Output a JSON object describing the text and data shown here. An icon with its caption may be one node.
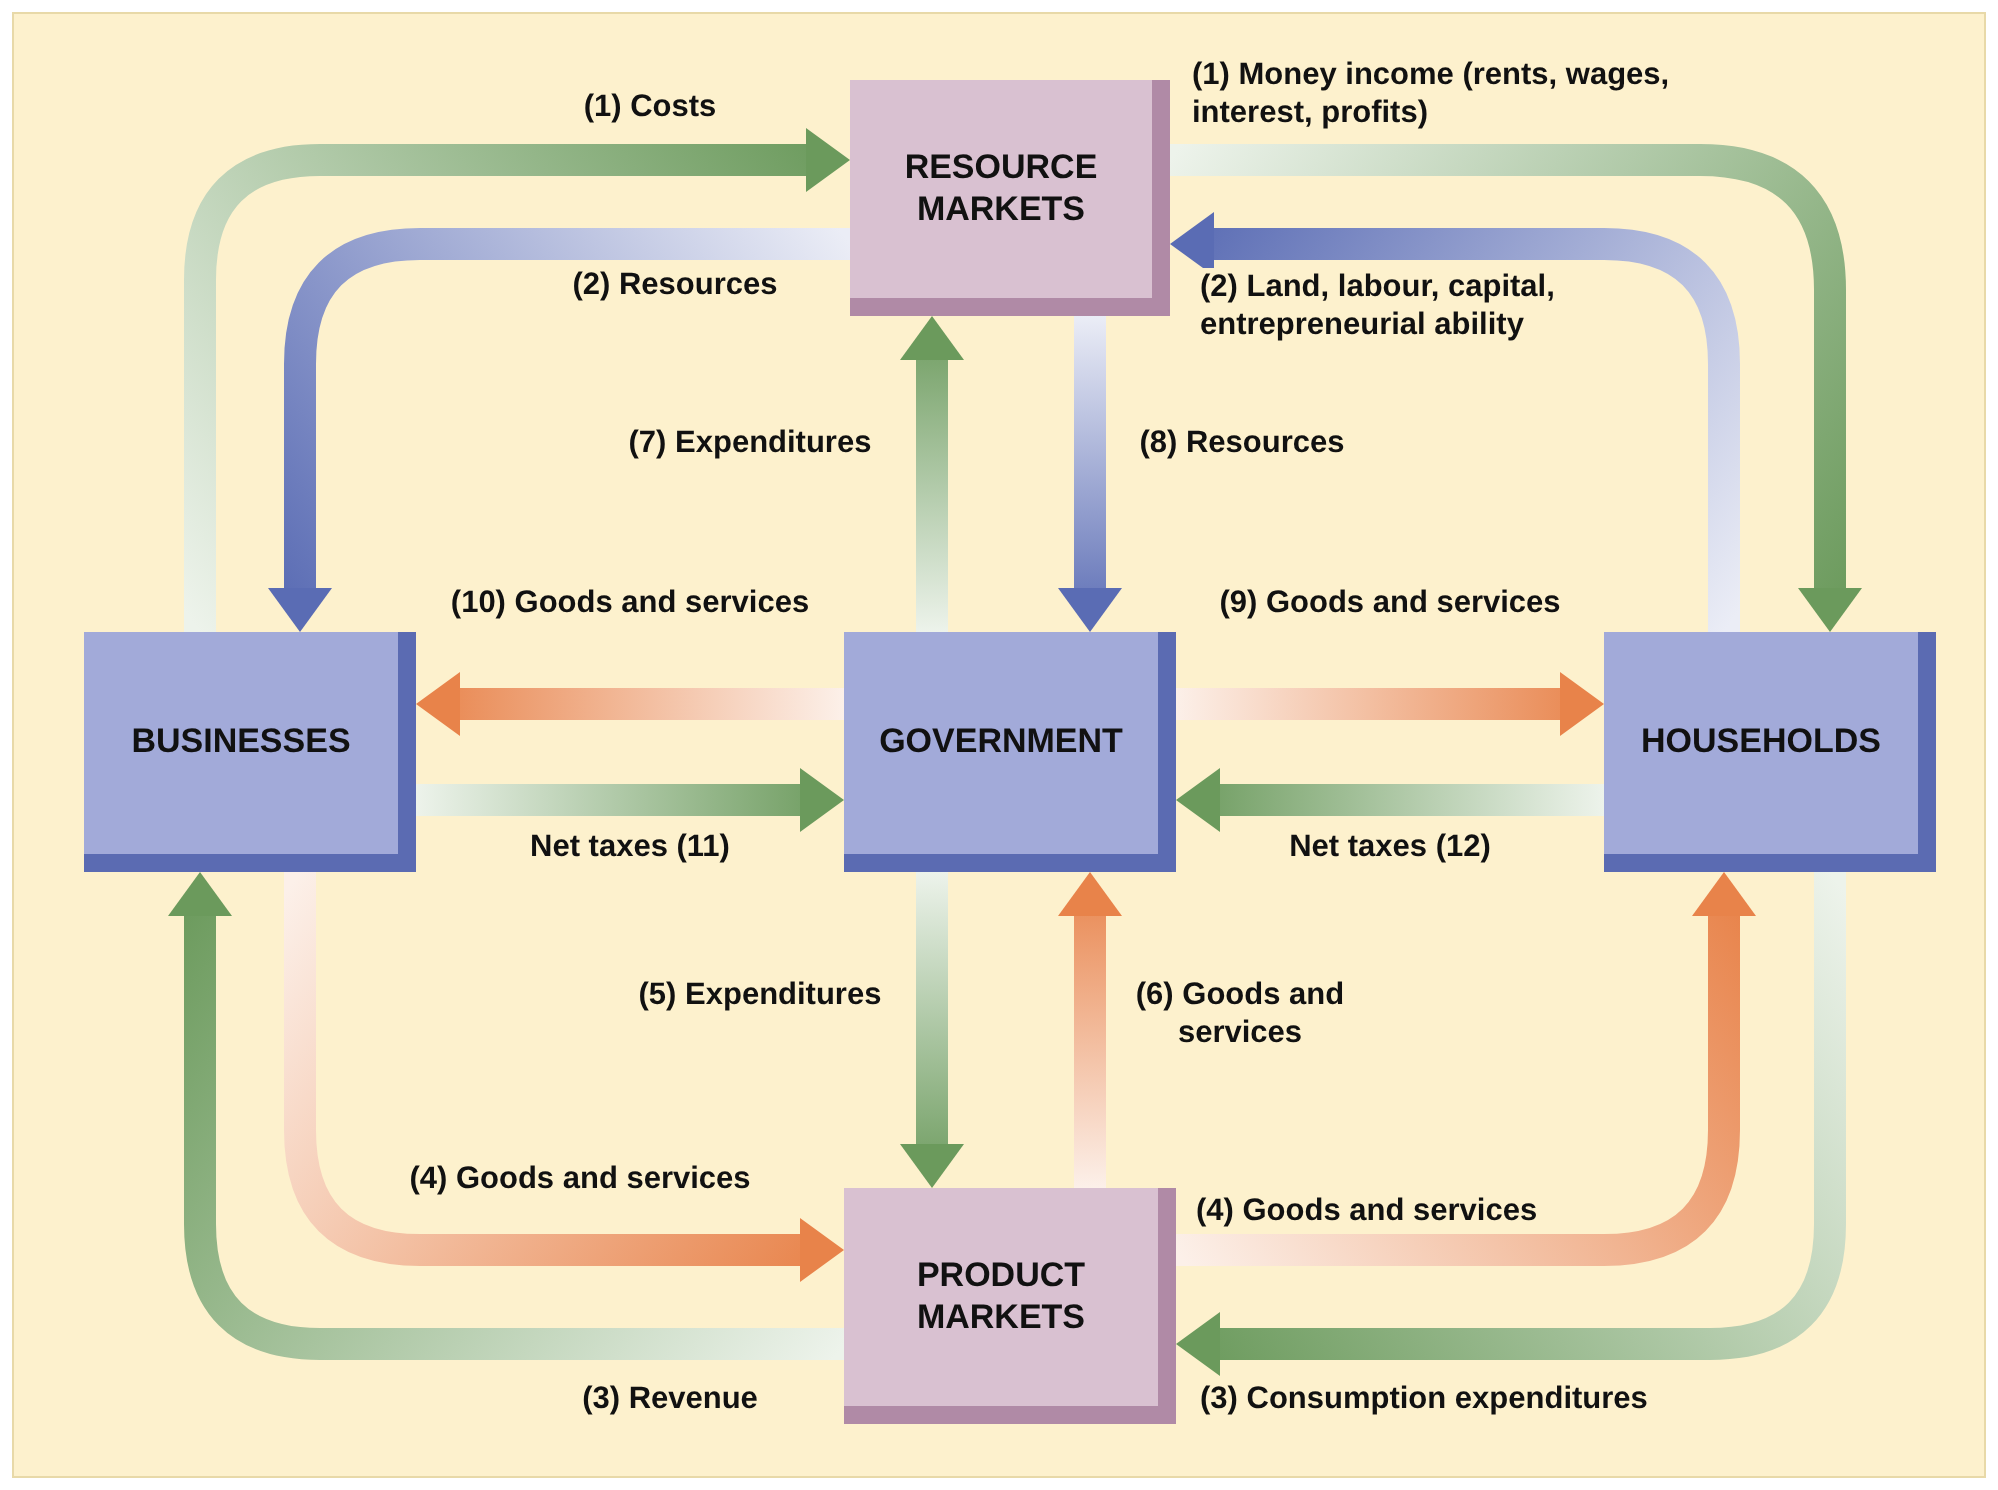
{
  "diagram": {
    "nodes": [
      {
        "text": [
          "RESOURCE MARKETS"
        ]
      },
      {
        "text": [
          "BUSINESSES"
        ]
      },
      {
        "text": [
          "GOVERNMENT"
        ]
      },
      {
        "text": [
          "HOUSEHOLDS"
        ]
      },
      {
        "text": [
          "PRODUCT MARKETS"
        ]
      }
    ],
    "edges": [
      {
        "from": 1,
        "to": 0,
        "arrow": "to",
        "label": "(1) Costs"
      },
      {
        "from": 0,
        "to": 1,
        "arrow": "to",
        "label": "(2) Resources",
        "color": "#5a6cb4"
      },
      {
        "from": 0,
        "to": 3,
        "arrow": "to",
        "label": "(1) Money income (rents, wages, interest, profits)"
      },
      {
        "from": 3,
        "to": 0,
        "arrow": "to",
        "label": "(2) Land, labour, capital, entrepreneurial ability",
        "color": "#5a6cb4"
      },
      {
        "from": 2,
        "to": 0,
        "arrow": "to",
        "label": "(7) Expenditures"
      },
      {
        "from": 0,
        "to": 2,
        "arrow": "to",
        "label": "(8) Resources",
        "color": "#5a6cb4"
      },
      {
        "from": 2,
        "to": 1,
        "arrow": "to",
        "label": "(10) Goods and services",
        "color": "#e8834a"
      },
      {
        "from": 1,
        "to": 2,
        "arrow": "to",
        "label": "Net taxes (11)"
      },
      {
        "from": 2,
        "to": 3,
        "arrow": "to",
        "label": "(9) Goods and services",
        "color": "#e8834a"
      },
      {
        "from": 3,
        "to": 2,
        "arrow": "to",
        "label": "Net taxes (12)"
      },
      {
        "from": 2,
        "to": 4,
        "arrow": "to",
        "label": "(5) Expenditures"
      },
      {
        "from": 4,
        "to": 2,
        "arrow": "to",
        "label": "(6) Goods and services",
        "color": "#e8834a"
      },
      {
        "from": 1,
        "to": 4,
        "arrow": "to",
        "label": "(4) Goods and services",
        "color": "#e8834a"
      },
      {
        "from": 4,
        "to": 1,
        "arrow": "to",
        "label": "(3) Revenue"
      },
      {
        "from": 4,
        "to": 3,
        "arrow": "to",
        "label": "(4) Goods and services",
        "color": "#e8834a"
      },
      {
        "from": 3,
        "to": 4,
        "arrow": "to",
        "label": "(3) Consumption expenditures"
      }
    ]
  }
}
